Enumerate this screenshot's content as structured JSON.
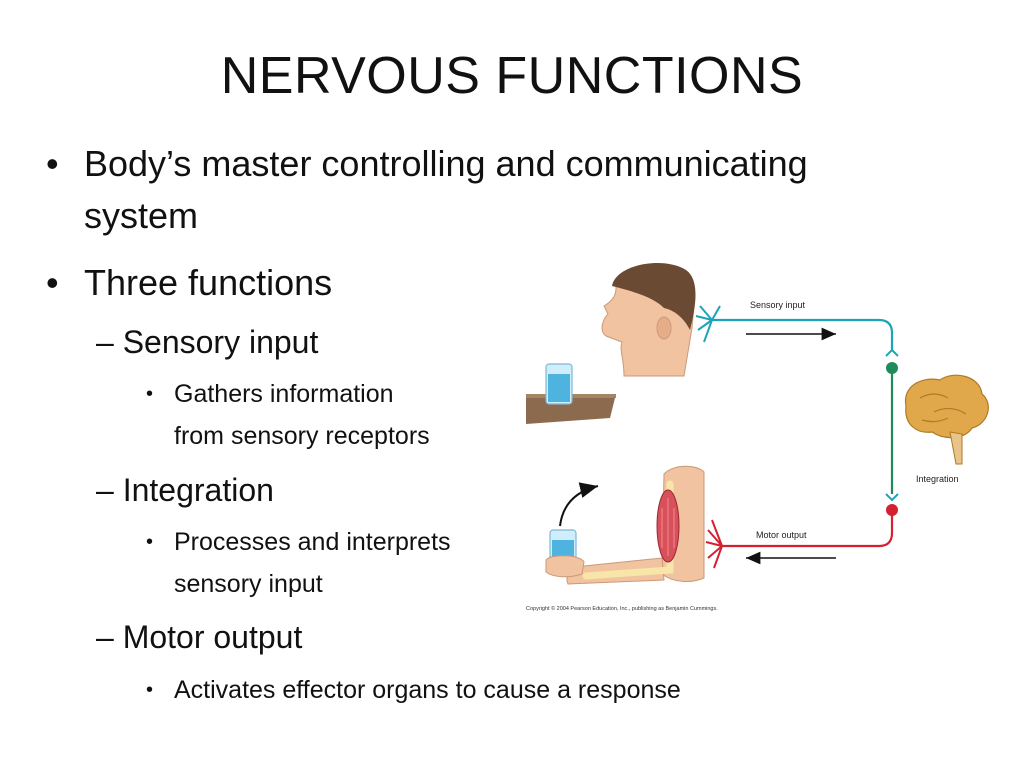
{
  "slide": {
    "title": "NERVOUS FUNCTIONS",
    "bullets": {
      "b1": "Body’s master controlling and communicating",
      "b1_cont": "system",
      "b2": "Three functions",
      "sensory": "– Sensory input",
      "sensory_d1": "Gathers information",
      "sensory_d2": "from sensory receptors",
      "integration": "– Integration",
      "integration_d1": "Processes and interprets",
      "integration_d2": "sensory input",
      "motor": "– Motor output",
      "motor_d1": "Activates effector organs to cause a response"
    },
    "bullet_glyph": "•"
  },
  "diagram": {
    "sensory_label": "Sensory input",
    "motor_label": "Motor output",
    "integration_label": "Integration",
    "copyright": "Copyright © 2004 Pearson Education, Inc., publishing as Benjamin Cummings.",
    "colors": {
      "sensory_path": "#1aa6b7",
      "motor_path": "#d42030",
      "integration_dot": "#1f8a5a",
      "brain": "#e0a84a",
      "skin": "#f2c3a0",
      "hair": "#6b4a33"
    }
  }
}
